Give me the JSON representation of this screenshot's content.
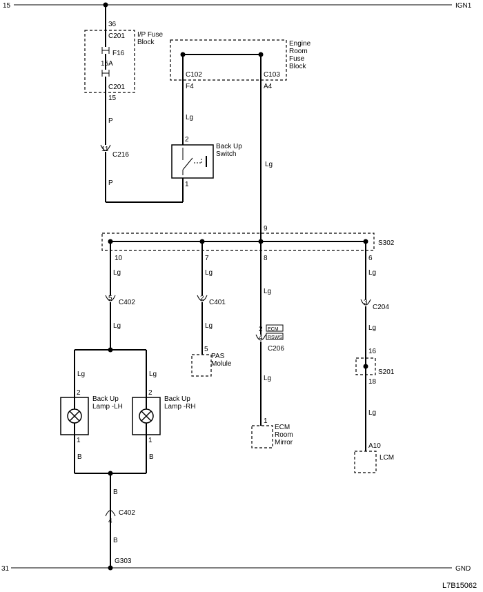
{
  "rails": {
    "top_left": "15",
    "top_right": "IGN1",
    "bottom_left": "31",
    "bottom_right": "GND"
  },
  "ip_fuse_block": {
    "label": "I/P Fuse Block",
    "connector_top": "C201",
    "pin_top": "36",
    "fuse": "F16",
    "rating": "15A",
    "connector_bottom": "C201",
    "pin_bottom": "15"
  },
  "engine_room_fuse_block": {
    "label": "Engine Room Fuse Block",
    "left_connector": "C102",
    "left_pin": "F4",
    "right_connector": "C103",
    "right_pin": "A4"
  },
  "wire_colors": {
    "purple": "P",
    "light_green": "Lg",
    "black": "B"
  },
  "c216": {
    "connector": "C216",
    "pin": "11"
  },
  "backup_switch": {
    "label": "Back Up Switch",
    "pin_top": "2",
    "pin_bottom": "1"
  },
  "splice_s302": {
    "label": "S302",
    "pins": [
      "9",
      "10",
      "7",
      "8",
      "6"
    ]
  },
  "c402": {
    "connector": "C402",
    "pin_top": "5",
    "pin_bottom": "4"
  },
  "c401": {
    "connector": "C401",
    "pin": "2"
  },
  "pas_module": {
    "label": "PAS Molule",
    "pin": "5"
  },
  "c206": {
    "connector": "C206",
    "pin_a": "2",
    "pin_b": "4",
    "tag_a": "ECM",
    "tag_b": "RSWS"
  },
  "ecm_mirror": {
    "label": "ECM Room Mirror",
    "pin": "1"
  },
  "c204": {
    "connector": "C204",
    "pin": "3"
  },
  "splice_s201": {
    "label": "S201",
    "pin_top": "16",
    "pin_bottom": "18"
  },
  "lcm": {
    "label": "LCM",
    "pin": "A10"
  },
  "lamp_lh": {
    "label": "Back Up Lamp -LH",
    "pin_top": "2",
    "pin_bottom": "1"
  },
  "lamp_rh": {
    "label": "Back Up Lamp -RH",
    "pin_top": "2",
    "pin_bottom": "1"
  },
  "ground": {
    "label": "G303"
  },
  "figure_code": "L7B15062"
}
